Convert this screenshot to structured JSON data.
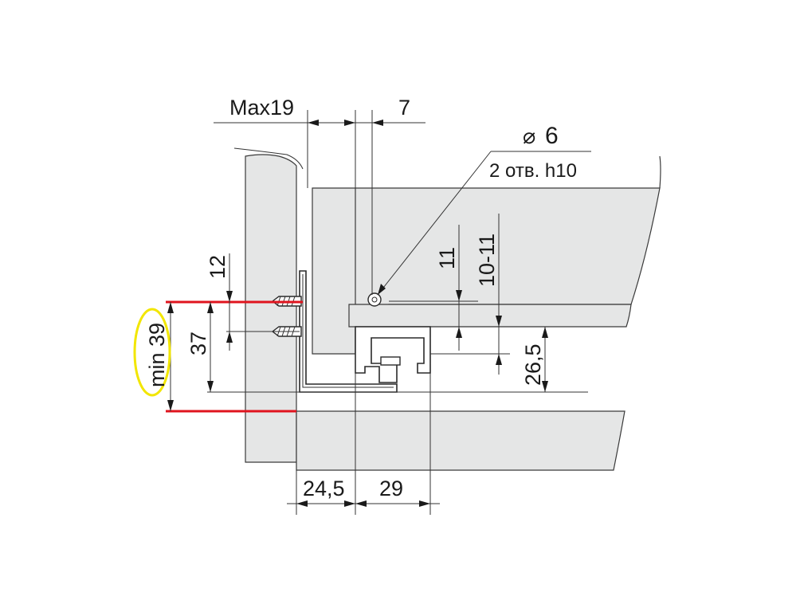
{
  "colors": {
    "panel_fill": "#e5e6e6",
    "line": "#333333",
    "red_mark": "#e0141e",
    "highlight": "#f2e600",
    "text": "#1a1a1a"
  },
  "dimensions": {
    "max_thickness": "Max19",
    "offset_top": "7",
    "hole_diameter_symbol": "⌀",
    "hole_diameter": "6",
    "hole_note": "2 отв. h10",
    "hole_height": "11",
    "slot_height": "10-11",
    "rail_height": "26,5",
    "screw_spacing": "12",
    "mount_height": "37",
    "min_clearance": "min 39",
    "setback": "24,5",
    "rail_width": "29"
  }
}
